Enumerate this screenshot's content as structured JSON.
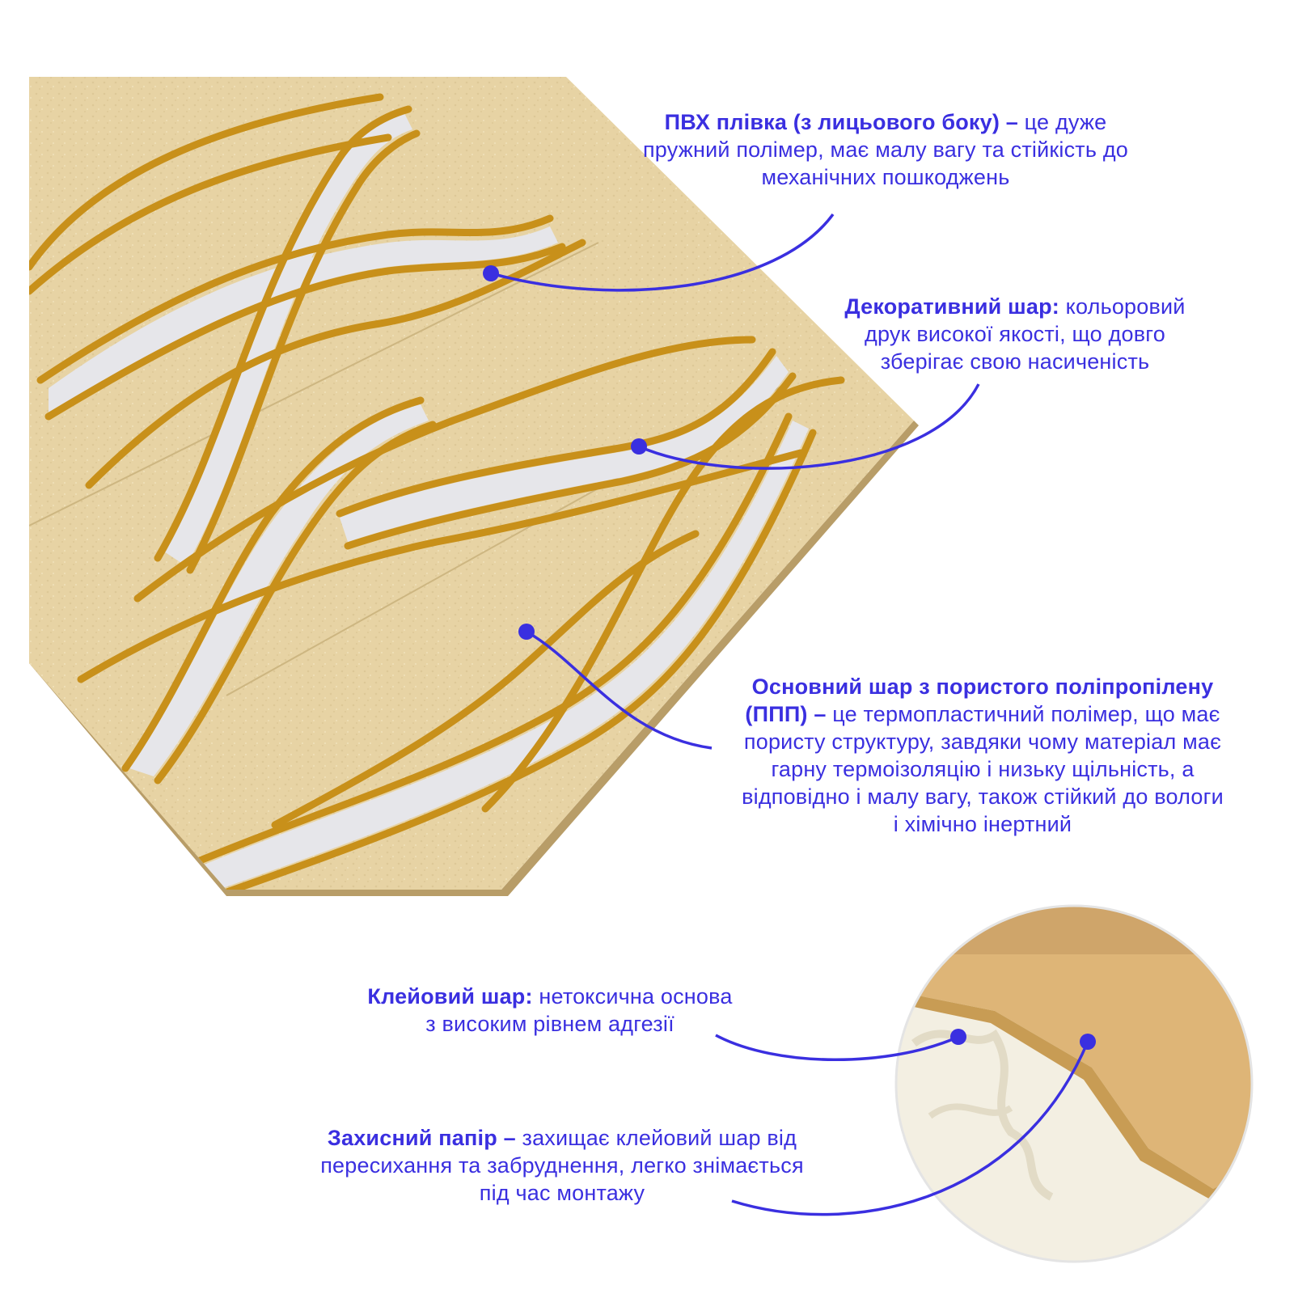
{
  "callouts": [
    {
      "title": "ПВХ плівка (з лицьового боку) –",
      "line1": "це дуже",
      "line2": "пружний полімер, має малу вагу та стійкість до",
      "line3": "механічних пошкоджень"
    },
    {
      "title": "Декоративний шар:",
      "line1": "кольоровий",
      "line2": "друк високої якості, що довго",
      "line3": "зберігає свою насиченість"
    },
    {
      "title": "Основний шар з пористого поліпропілену",
      "title2": "(ППП) –",
      "line1": "це термопластичний полімер, що має",
      "line2": "пористу структуру, завдяки чому матеріал має",
      "line3": "гарну термоізоляцію і низьку щільність, а",
      "line4": "відповідно і малу вагу, також стійкий до вологи",
      "line5": "і хімічно інертний"
    },
    {
      "title": "Клейовий шар:",
      "line1": "нетоксична основа",
      "line2": "з високим рівнем адгезії"
    },
    {
      "title": "Захисний папір –",
      "line1": "захищає клейовий шар від",
      "line2": "пересихання та забруднення, легко знімається",
      "line3": "під час монтажу"
    }
  ],
  "colors": {
    "accent": "#3a2fe0",
    "panel": "#e7d3a4",
    "gold": "#c8901a",
    "silver": "#e6e6ea",
    "foam": "#f3efe2",
    "adhesive": "#deb577"
  }
}
